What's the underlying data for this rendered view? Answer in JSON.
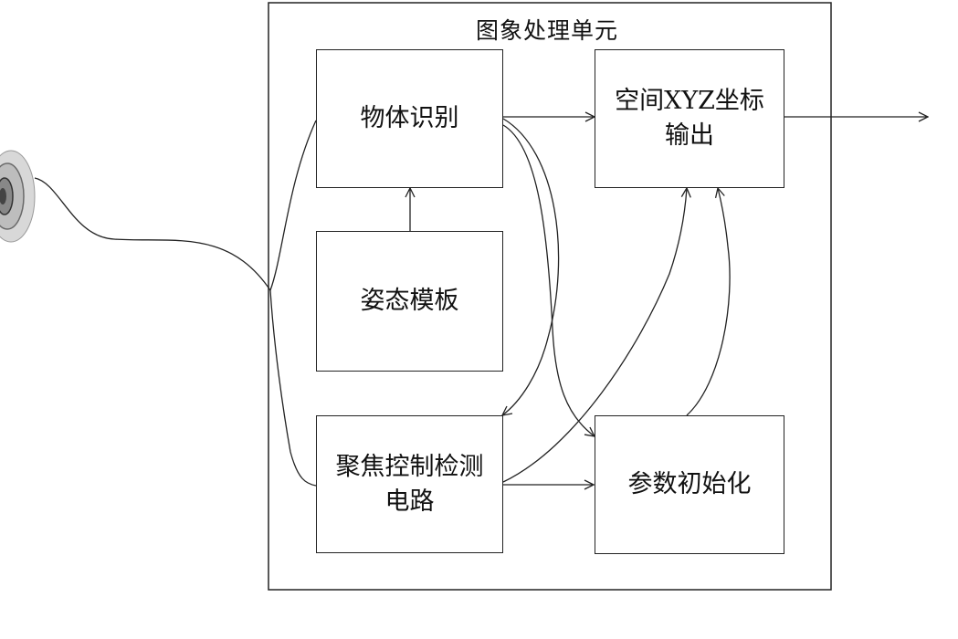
{
  "diagram": {
    "unit_title": "图象处理单元",
    "nodes": {
      "object_recognition": "物体识别",
      "pose_template": "姿态模板",
      "focus_circuit_line1": "聚焦控制检测",
      "focus_circuit_line2": "电路",
      "xyz_output_line1": "空间XYZ坐标",
      "xyz_output_line2": "输出",
      "param_init": "参数初始化"
    }
  }
}
